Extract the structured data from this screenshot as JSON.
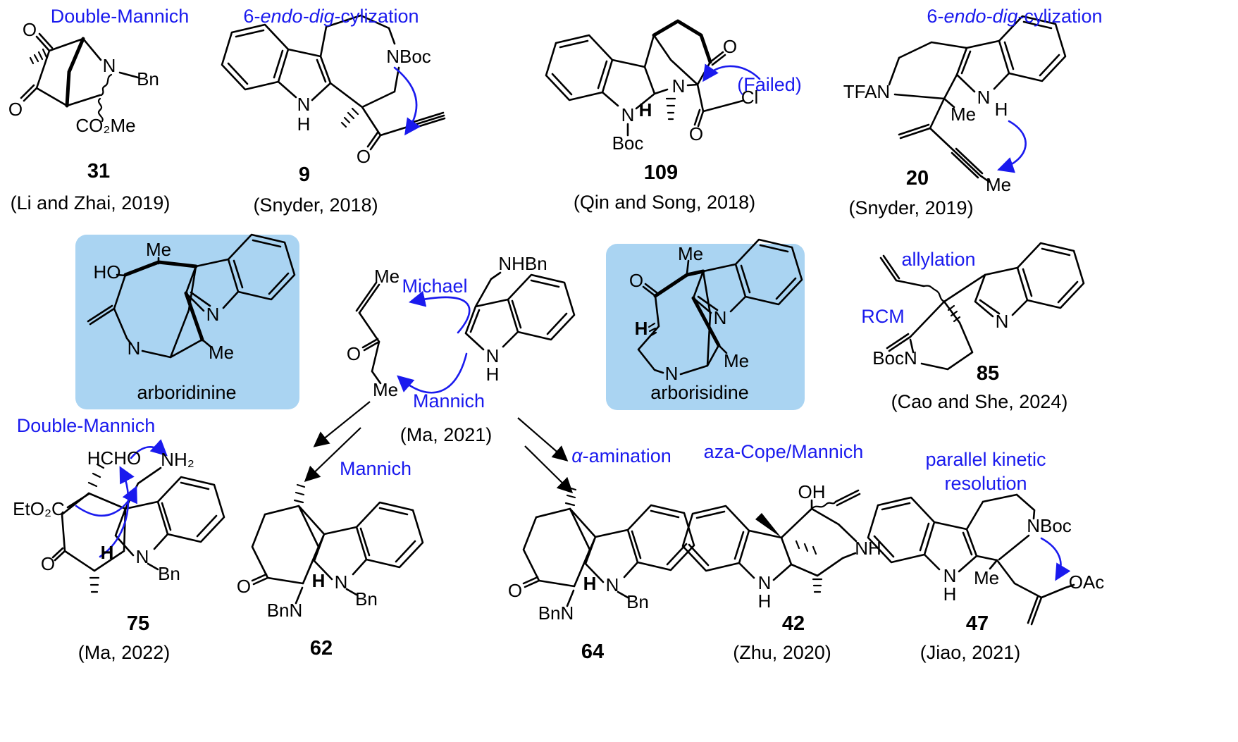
{
  "colors": {
    "accent_blue": "#1a1aee",
    "highlight": "#aad4f2",
    "ink": "#000000"
  },
  "labels": {
    "double_mannich_top": "Double-Mannich",
    "endo_dig_pre": "6-",
    "endo_dig_italic": "endo-dig",
    "endo_dig_post": "-cylization",
    "failed": "(Failed)",
    "michael": "Michael",
    "mannich_center": "Mannich",
    "mannich_bottom": "Mannich",
    "allylation": "allylation",
    "rcm": "RCM",
    "double_mannich_bottom": "Double-Mannich",
    "alpha_italic": "α",
    "alpha_post": "-amination",
    "aza_cope": "aza-Cope/Mannich",
    "pkr_line1": "parallel kinetic",
    "pkr_line2": "resolution"
  },
  "compounds": {
    "c31": {
      "number": "31",
      "citation": "(Li and Zhai, 2019)"
    },
    "c9": {
      "number": "9",
      "citation": "(Snyder, 2018)"
    },
    "c109": {
      "number": "109",
      "citation": "(Qin and Song, 2018)"
    },
    "c20": {
      "number": "20",
      "citation": "(Snyder, 2019)"
    },
    "arboridinine": {
      "name": "arboridinine"
    },
    "central": {
      "citation": "(Ma, 2021)"
    },
    "arborisidine": {
      "name": "arborisidine"
    },
    "c85": {
      "number": "85",
      "citation": "(Cao and She, 2024)"
    },
    "c75": {
      "number": "75",
      "citation": "(Ma, 2022)"
    },
    "c62": {
      "number": "62"
    },
    "c64": {
      "number": "64"
    },
    "c42": {
      "number": "42",
      "citation": "(Zhu, 2020)"
    },
    "c47": {
      "number": "47",
      "citation": "(Jiao, 2021)"
    }
  },
  "atoms": {
    "c31": {
      "o_top": "O",
      "o_left": "O",
      "n": "N",
      "bn": "Bn",
      "ester": "CO₂Me"
    },
    "c9": {
      "nboc": "NBoc",
      "n": "N",
      "h": "H",
      "o": "O"
    },
    "c109": {
      "o_top": "O",
      "n_bridge": "N",
      "h": "H",
      "n_ring": "N",
      "boc": "Boc",
      "o_side": "O",
      "cl": "Cl"
    },
    "c20": {
      "tfan": "TFAN",
      "me": "Me",
      "n": "N",
      "h": "H",
      "me_end": "Me"
    },
    "arboridinine": {
      "ho": "HO",
      "me_top": "Me",
      "n_imine": "N",
      "n_amine": "N",
      "me": "Me"
    },
    "enone": {
      "me_top": "Me",
      "o": "O",
      "me_bottom": "Me"
    },
    "tryptamine": {
      "nhbn": "NHBn",
      "n": "N",
      "h": "H"
    },
    "arborisidine": {
      "o": "O",
      "me_top": "Me",
      "h": "H",
      "n_imine": "N",
      "n_amine": "N",
      "me": "Me"
    },
    "c85": {
      "bocn": "BocN",
      "n_imine": "N"
    },
    "c75": {
      "hcho": "HCHO",
      "nh2": "NH₂",
      "ester": "EtO₂C",
      "o": "O",
      "h": "H",
      "n": "N",
      "bn": "Bn"
    },
    "c62": {
      "o": "O",
      "bnn": "BnN",
      "h": "H",
      "n": "N",
      "bn": "Bn"
    },
    "c64": {
      "o": "O",
      "bnn": "BnN",
      "h": "H",
      "n": "N",
      "bn": "Bn"
    },
    "c42": {
      "oh": "OH",
      "nh": "NH",
      "n": "N",
      "h": "H"
    },
    "c47": {
      "nboc": "NBoc",
      "n": "N",
      "h": "H",
      "me": "Me",
      "oac": "OAc"
    }
  }
}
